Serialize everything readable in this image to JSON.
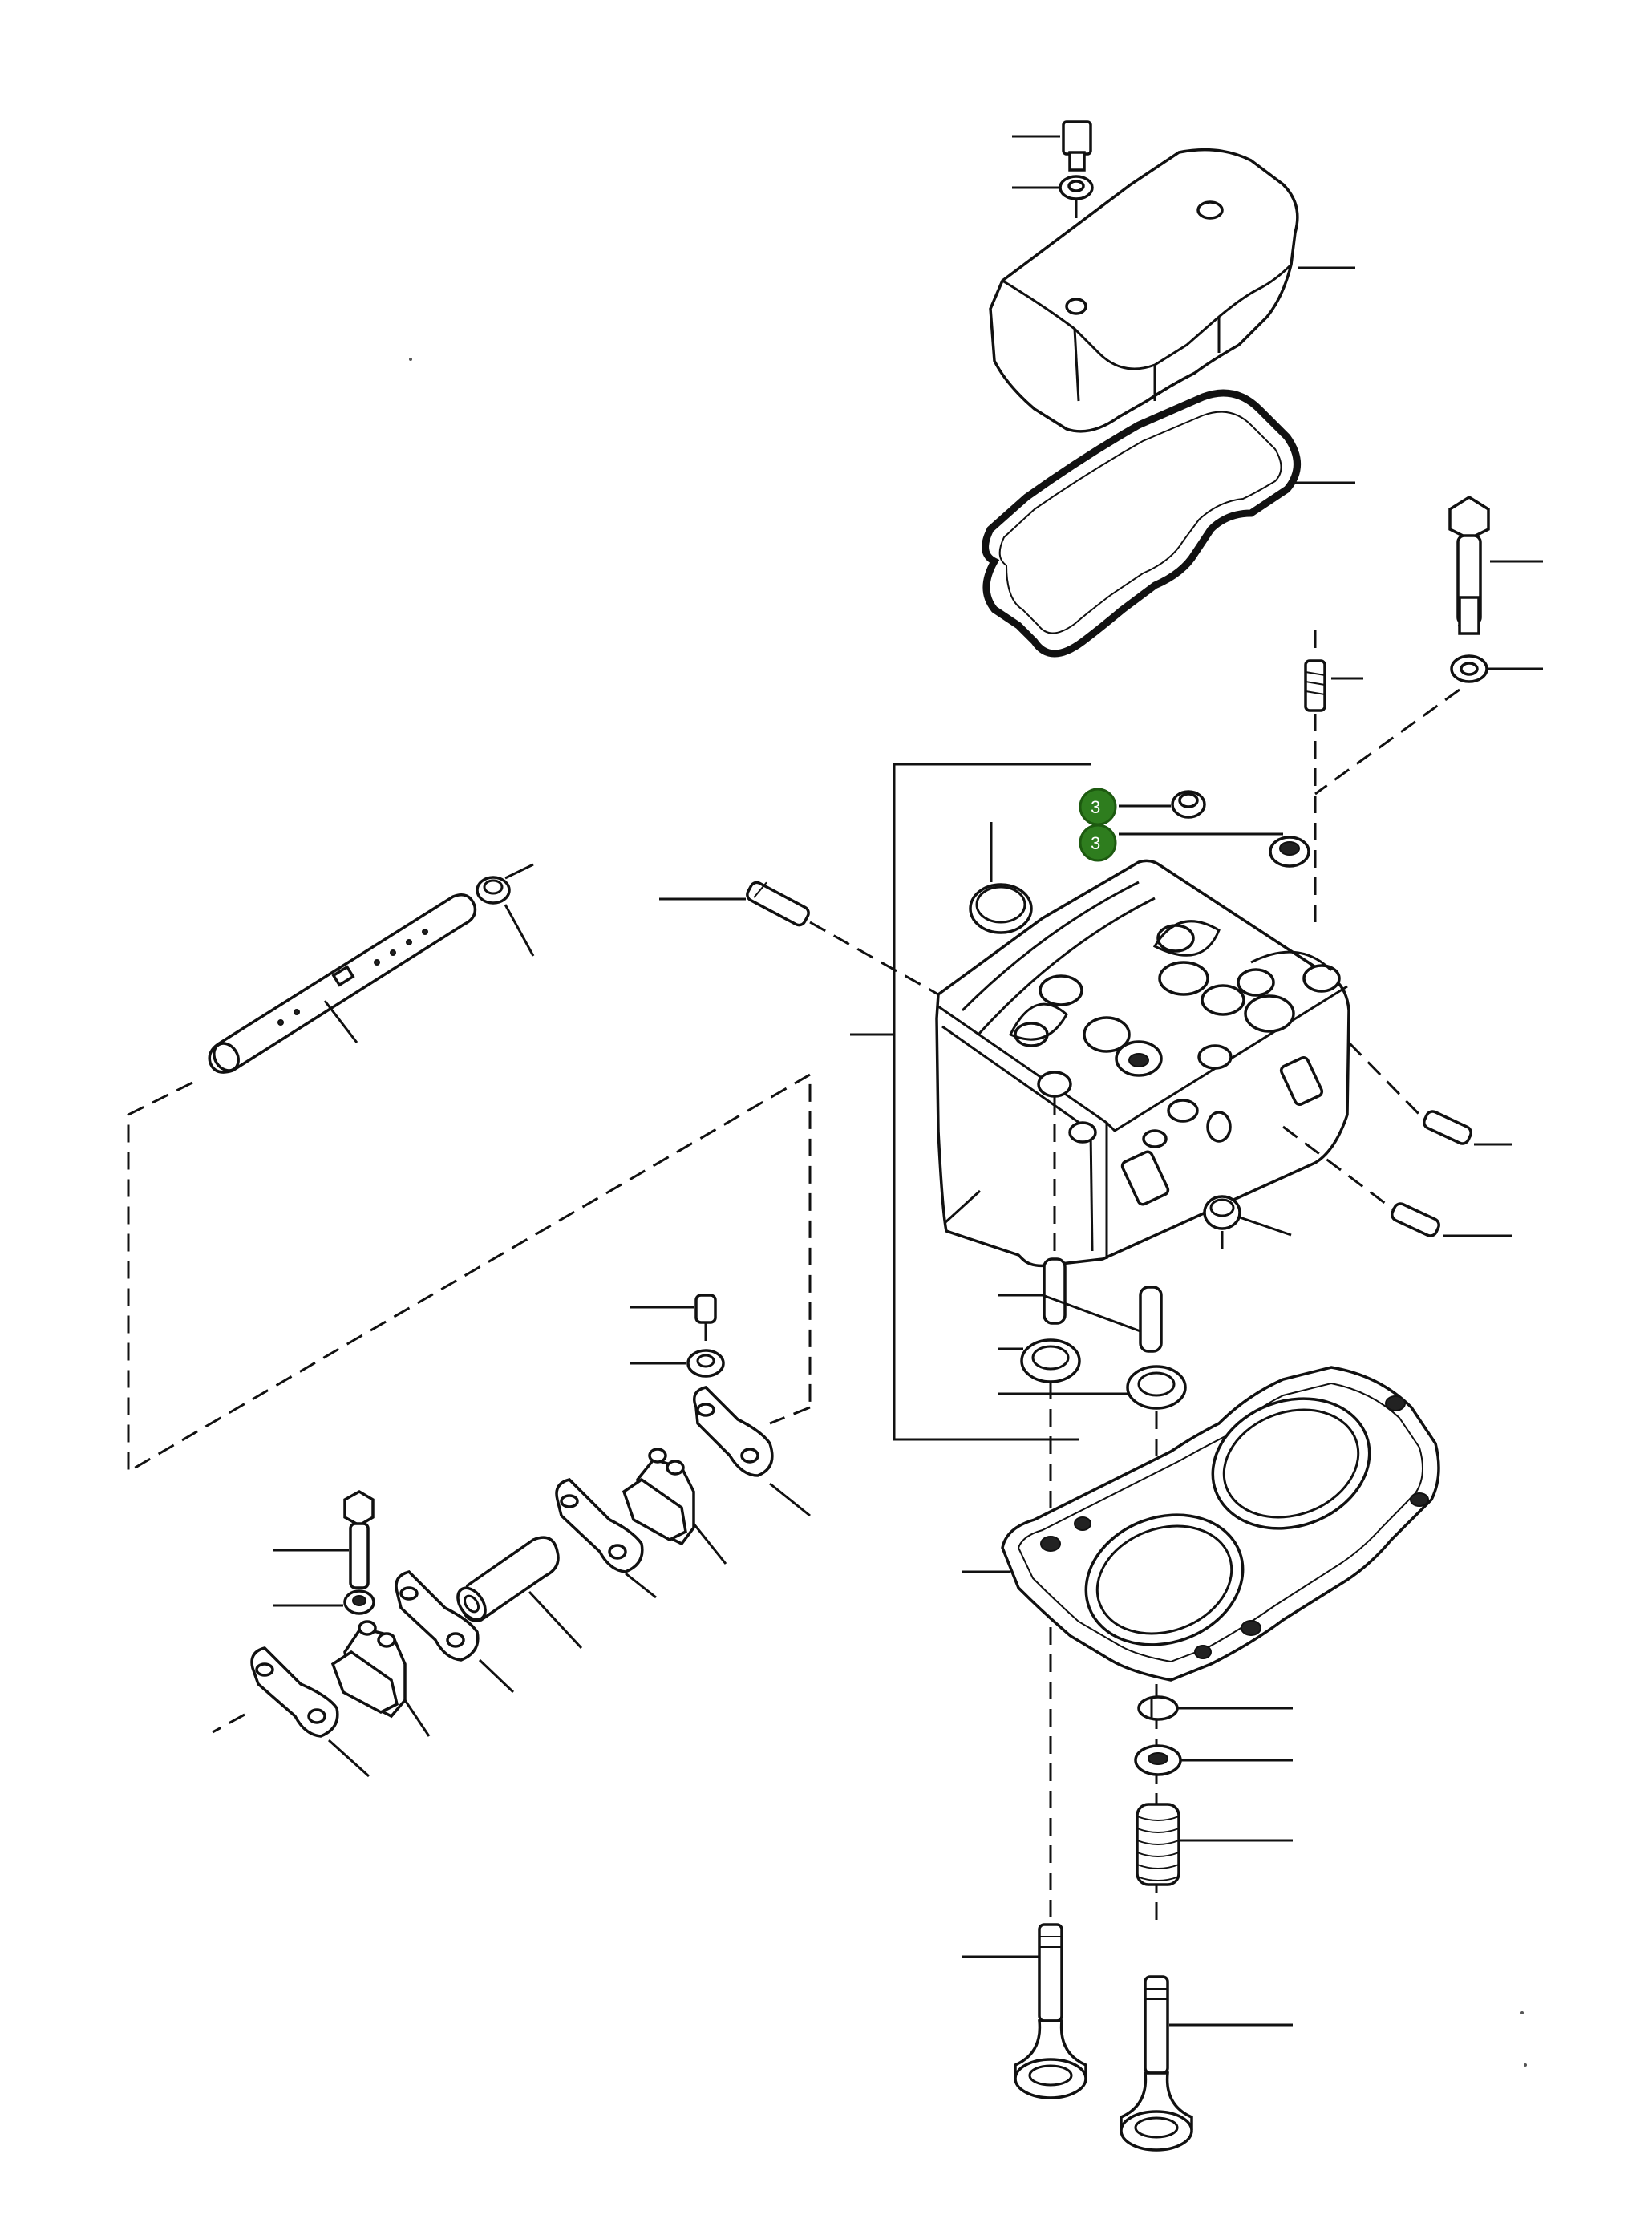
{
  "diagram": {
    "callouts": [
      {
        "id": "callout-3a",
        "label": "3"
      },
      {
        "id": "callout-3b",
        "label": "3"
      }
    ]
  }
}
